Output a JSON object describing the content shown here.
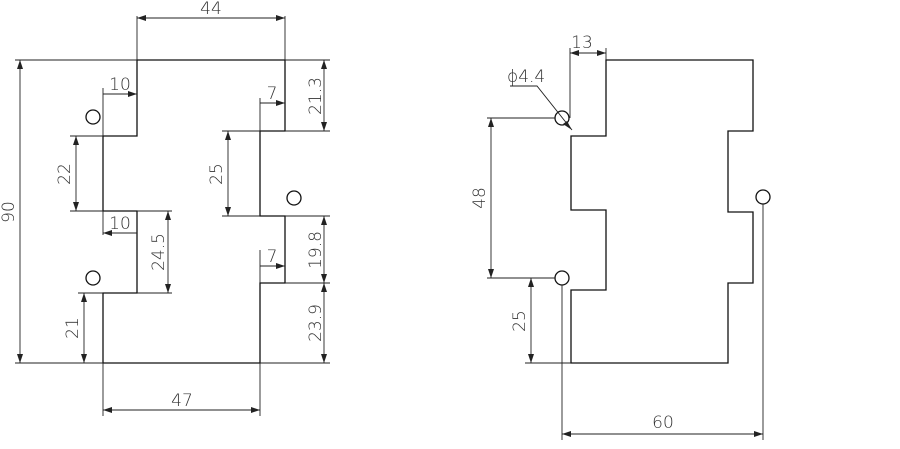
{
  "colors": {
    "line": "#111111",
    "dimension": "#222222",
    "text": "#333333",
    "background": "#ffffff"
  },
  "front_view": {
    "dims": {
      "top_width": "44",
      "left_notch_top": "10",
      "right_notch_top": "7",
      "top_right_height": "21.3",
      "left_notch_height": "22",
      "right_notch_height": "25",
      "left_notch_mid": "10",
      "left_mid_height": "24.5",
      "right_mid_height": "19.8",
      "right_notch_lower": "7",
      "total_height": "90",
      "bottom_left_height": "21",
      "bottom_right_height": "23.9",
      "bottom_width": "47"
    }
  },
  "side_view": {
    "dims": {
      "offset_top": "13",
      "hole_diameter": "ϕ4.4",
      "hole_spacing": "48",
      "hole_height": "25",
      "hole_span": "60"
    }
  }
}
